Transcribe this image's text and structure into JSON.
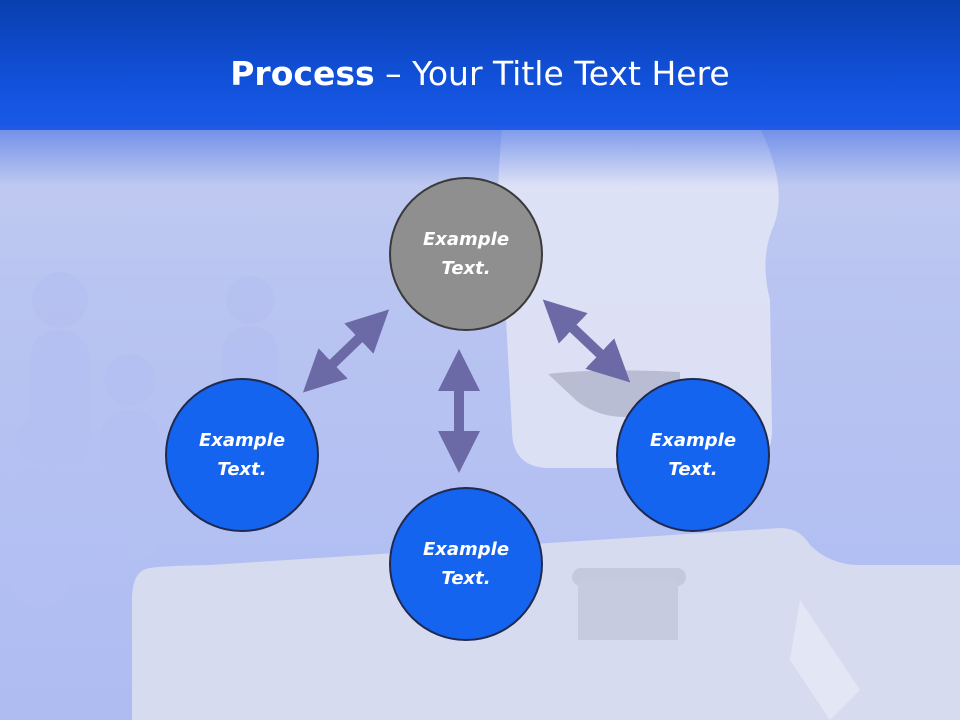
{
  "header": {
    "title_bold": "Process",
    "title_rest": " – Your Title Text Here"
  },
  "diagram": {
    "nodes": [
      {
        "label": "Example Text.",
        "fill": "#8f8f8f"
      },
      {
        "label": "Example Text.",
        "fill": "#1464f0"
      },
      {
        "label": "Example Text.",
        "fill": "#1464f0"
      },
      {
        "label": "Example Text.",
        "fill": "#1464f0"
      }
    ],
    "arrow_color": "#6b6aa6"
  },
  "colors": {
    "header_blue": "#1150d8",
    "background": "#b9c4f1"
  }
}
